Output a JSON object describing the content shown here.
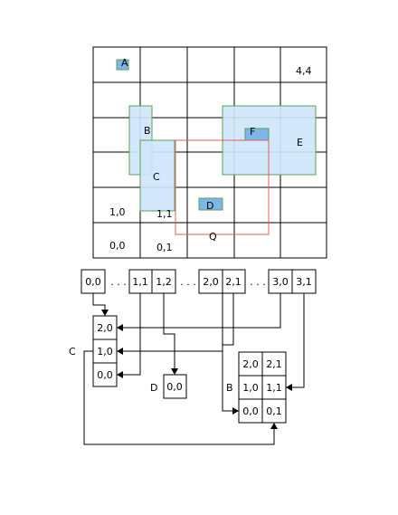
{
  "grid": {
    "labels": {
      "a": "A",
      "b": "B",
      "c": "C",
      "d": "D",
      "e": "E",
      "f": "F",
      "q": "Q",
      "c44": "4,4",
      "c10": "1,0",
      "c11": "1,1",
      "c00": "0,0",
      "c01": "0,1"
    }
  },
  "index_array": {
    "cells": [
      "0,0",
      "1,1",
      "1,2",
      "2,0",
      "2,1",
      "3,0",
      "3,1"
    ],
    "ellipsis": ". . ."
  },
  "bucket_c": {
    "label": "C",
    "cells": [
      "2,0",
      "1,0",
      "0,0"
    ]
  },
  "bucket_d": {
    "label": "D",
    "cells": [
      "0,0"
    ]
  },
  "bucket_b": {
    "label": "B",
    "rows": [
      [
        "2,0",
        "2,1"
      ],
      [
        "1,0",
        "1,1"
      ],
      [
        "0,0",
        "0,1"
      ]
    ]
  },
  "colors": {
    "region_fill": "#cfe6fb",
    "small_box_fill": "#7fb6ea",
    "region_stroke": "#5aa05a",
    "query_stroke": "#e06060"
  }
}
